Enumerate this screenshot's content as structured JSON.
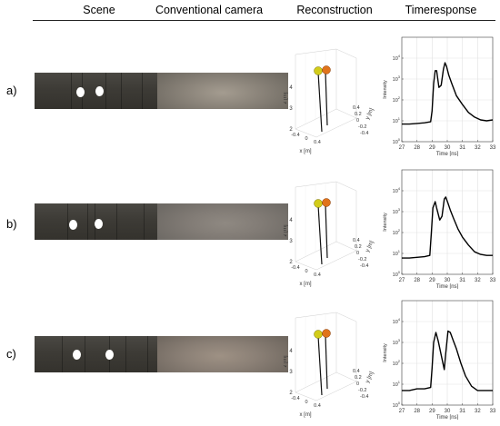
{
  "headers": {
    "scene": "Scene",
    "camera": "Conventional camera",
    "reconstruction": "Reconstruction",
    "timeresponse": "Timeresponse"
  },
  "rows": [
    {
      "label": "a)",
      "camera_tone": "r1",
      "dots": [
        0.35,
        0.55
      ]
    },
    {
      "label": "b)",
      "camera_tone": "r2",
      "dots": [
        0.3,
        0.54
      ]
    },
    {
      "label": "c)",
      "camera_tone": "r3",
      "dots": [
        0.33,
        0.57
      ]
    }
  ],
  "reconstruction_axes": {
    "z_label": "z [m]",
    "x_label": "x [m]",
    "y_label": "y [m]",
    "z_ticks": [
      "2",
      "3",
      "4"
    ],
    "x_ticks": [
      "-0.4",
      "0",
      "0.4"
    ],
    "y_ticks": [
      "-0.4",
      "-0.2",
      "0",
      "0.2",
      "0.4"
    ],
    "sphere_colors": [
      "#d2cc1a",
      "#e0731b"
    ]
  },
  "chart_data": [
    {
      "type": "line",
      "title": "",
      "xlabel": "Time [ns]",
      "ylabel": "Intensity",
      "xlim": [
        27,
        33
      ],
      "ylim": [
        1,
        100000
      ],
      "yscale": "log",
      "grid": true,
      "x_ticks": [
        27,
        28,
        29,
        30,
        31,
        32,
        33
      ],
      "y_tick_labels": [
        "10^0",
        "10^1",
        "10^2",
        "10^3",
        "10^4"
      ],
      "series": [
        {
          "x": [
            27.0,
            27.5,
            28.0,
            28.5,
            28.9,
            29.0,
            29.1,
            29.2,
            29.3,
            29.45,
            29.6,
            29.75,
            29.85,
            29.95,
            30.1,
            30.3,
            30.6,
            31.0,
            31.4,
            31.8,
            32.2,
            32.6,
            33.0
          ],
          "y": [
            7,
            7,
            7.5,
            8,
            9,
            30,
            600,
            2500,
            2500,
            400,
            500,
            3000,
            6000,
            4000,
            1500,
            600,
            160,
            60,
            25,
            15,
            11,
            10,
            11
          ]
        }
      ]
    },
    {
      "type": "line",
      "title": "",
      "xlabel": "Time [ns]",
      "ylabel": "Intensity",
      "xlim": [
        27,
        33
      ],
      "ylim": [
        1,
        100000
      ],
      "yscale": "log",
      "grid": true,
      "x_ticks": [
        27,
        28,
        29,
        30,
        31,
        32,
        33
      ],
      "y_tick_labels": [
        "10^0",
        "10^1",
        "10^2",
        "10^3",
        "10^4"
      ],
      "series": [
        {
          "x": [
            27.0,
            27.5,
            28.0,
            28.5,
            28.85,
            28.95,
            29.05,
            29.2,
            29.3,
            29.5,
            29.65,
            29.8,
            29.9,
            30.05,
            30.2,
            30.4,
            30.7,
            31.0,
            31.4,
            31.8,
            32.2,
            32.6,
            33.0
          ],
          "y": [
            6,
            6,
            6.5,
            7,
            8,
            100,
            1500,
            3000,
            1500,
            400,
            600,
            4000,
            5000,
            2500,
            1200,
            500,
            150,
            60,
            25,
            12,
            9,
            8,
            8
          ]
        }
      ]
    },
    {
      "type": "line",
      "title": "",
      "xlabel": "Time [ns]",
      "ylabel": "Intensity",
      "xlim": [
        27,
        33
      ],
      "ylim": [
        1,
        100000
      ],
      "yscale": "log",
      "grid": true,
      "x_ticks": [
        27,
        28,
        29,
        30,
        31,
        32,
        33
      ],
      "y_tick_labels": [
        "10^0",
        "10^1",
        "10^2",
        "10^3",
        "10^4"
      ],
      "series": [
        {
          "x": [
            27.0,
            27.5,
            28.0,
            28.5,
            28.9,
            29.0,
            29.1,
            29.25,
            29.4,
            29.6,
            29.8,
            29.9,
            30.05,
            30.2,
            30.4,
            30.6,
            30.9,
            31.2,
            31.6,
            32.0,
            32.5,
            33.0
          ],
          "y": [
            5,
            5,
            6,
            6,
            7,
            60,
            1000,
            3000,
            1200,
            250,
            50,
            300,
            3500,
            3000,
            1200,
            500,
            100,
            25,
            8,
            5,
            5,
            5
          ]
        }
      ]
    }
  ]
}
